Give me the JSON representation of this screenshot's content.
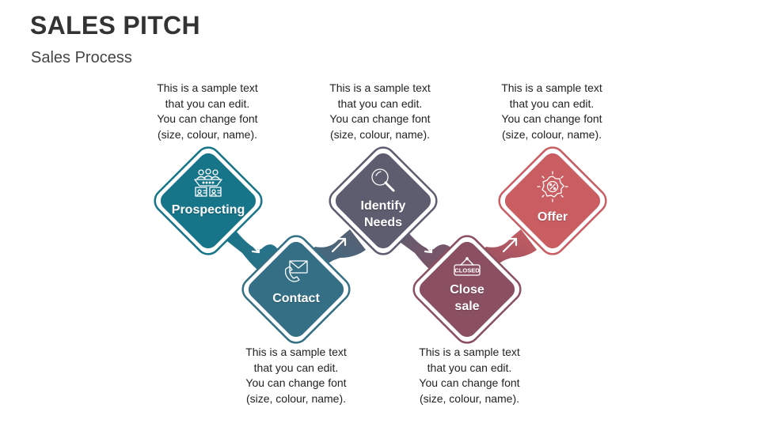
{
  "header": {
    "title": "SALES PITCH",
    "subtitle": "Sales Process"
  },
  "steps": [
    {
      "label": "Prospecting",
      "color": "#17758a",
      "icon": "people-funnel-icon",
      "desc": [
        "This is a sample text",
        "that you can edit.",
        "You can change font",
        "(size, colour, name)."
      ]
    },
    {
      "label": "Contact",
      "color": "#346f85",
      "icon": "envelope-phone-icon",
      "desc": [
        "This is a sample text",
        "that you can edit.",
        "You can change font",
        "(size, colour, name)."
      ]
    },
    {
      "label": "Identify\nNeeds",
      "color": "#5e5d70",
      "icon": "magnifier-icon",
      "desc": [
        "This is a sample text",
        "that you can edit.",
        "You can change font",
        "(size, colour, name)."
      ]
    },
    {
      "label": "Close\nsale",
      "color": "#8b4f62",
      "icon": "closed-sign-icon",
      "icon_text": "CLOSED",
      "desc": [
        "This is a sample text",
        "that you can edit.",
        "You can change font",
        "(size, colour, name)."
      ]
    },
    {
      "label": "Offer",
      "color": "#c95d62",
      "icon": "discount-badge-icon",
      "desc": [
        "This is a sample text",
        "that you can edit.",
        "You can change font",
        "(size, colour, name)."
      ]
    }
  ]
}
